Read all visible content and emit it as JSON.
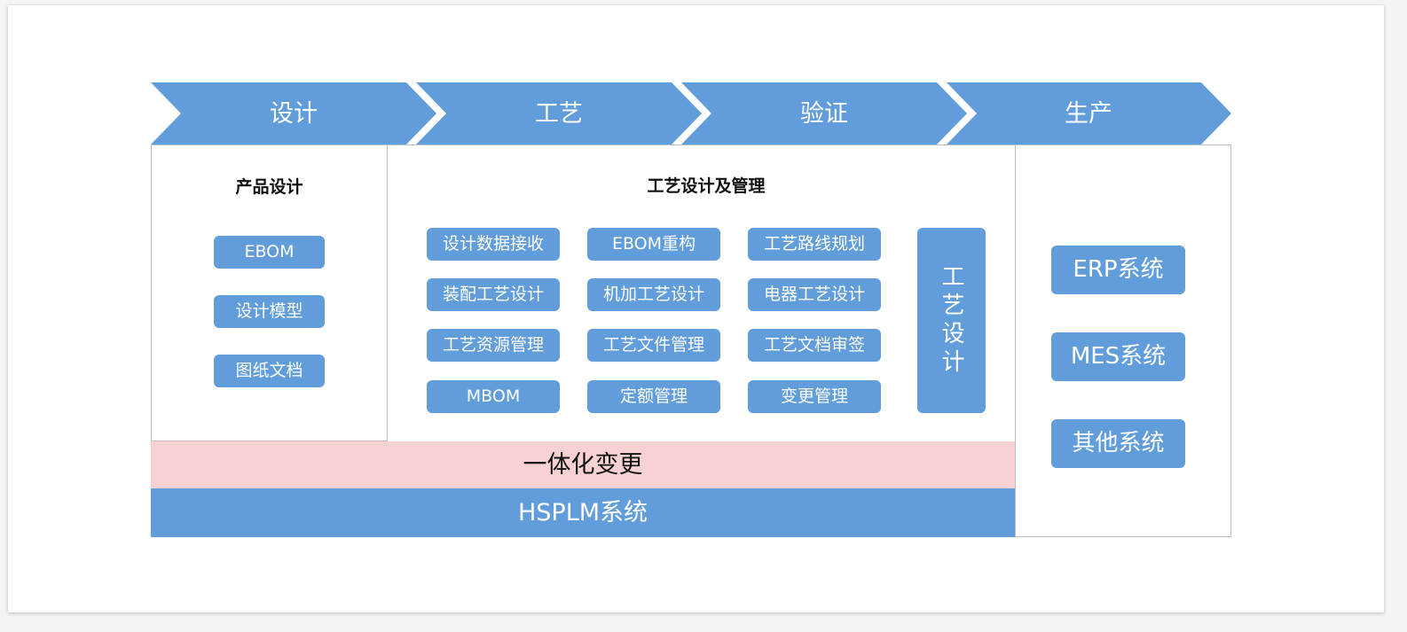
{
  "stages": [
    "设计",
    "工艺",
    "验证",
    "生产"
  ],
  "design_section": {
    "title": "产品设计",
    "items": [
      "EBOM",
      "设计模型",
      "图纸文档"
    ]
  },
  "process_section": {
    "title": "工艺设计及管理",
    "grid": [
      [
        "设计数据接收",
        "EBOM重构",
        "工艺路线规划"
      ],
      [
        "装配工艺设计",
        "机加工艺设计",
        "电器工艺设计"
      ],
      [
        "工艺资源管理",
        "工艺文件管理",
        "工艺文档审签"
      ],
      [
        "MBOM",
        "定额管理",
        "变更管理"
      ]
    ],
    "vertical_label": "工艺设计"
  },
  "change_bar": "一体化变更",
  "system_bar": "HSPLM系统",
  "external_systems": [
    "ERP系统",
    "MES系统",
    "其他系统"
  ],
  "colors": {
    "accent_blue": "#619ddb",
    "change_pink": "#f8d2d2",
    "border_gray": "#bfbfbf"
  }
}
